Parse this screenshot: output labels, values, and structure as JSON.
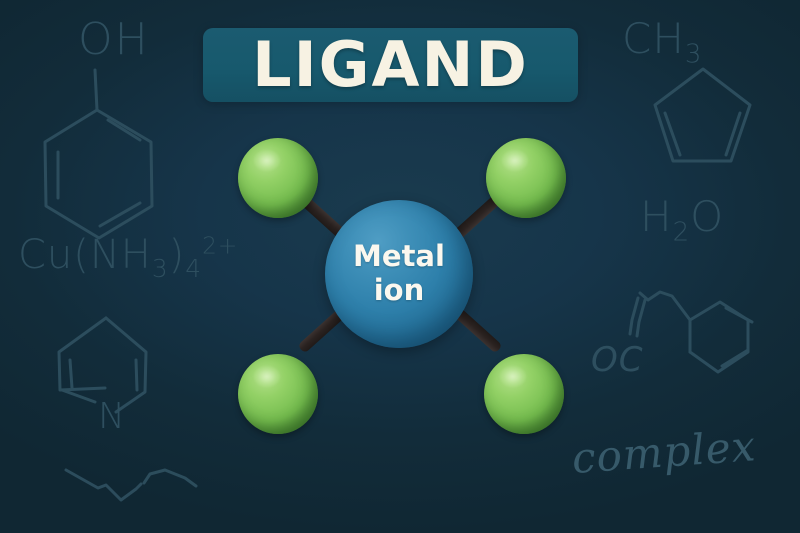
{
  "title": {
    "text": "LIGAND",
    "banner_color": "#17596d",
    "text_color": "#f7f2e3"
  },
  "diagram": {
    "center": {
      "label_line1": "Metal",
      "label_line2": "ion",
      "color": "#2e80ab",
      "text_color": "#fbf8ef"
    },
    "ligands": [
      {
        "position": "top-left",
        "color": "#74bc4e"
      },
      {
        "position": "top-right",
        "color": "#74bc4e"
      },
      {
        "position": "bottom-left",
        "color": "#74bc4e"
      },
      {
        "position": "bottom-right",
        "color": "#74bc4e"
      }
    ],
    "bond_color": "#2a2220",
    "bond_count": 4
  },
  "background": {
    "color_dark": "#102733",
    "color_light": "#1a3b4e",
    "doodle_color": "#2e4f5f",
    "formulas": {
      "hydroxyl": "OH",
      "copper_ammine": "Cu(NH",
      "copper_ammine_sub1": "3",
      "copper_ammine_mid": ")",
      "copper_ammine_sub2": "4",
      "copper_ammine_charge": "2+",
      "nitrogen": "N",
      "methyl": "CH",
      "methyl_sub": "3",
      "water": "H",
      "water_sub": "2",
      "water_end": "O",
      "carbonyl": "OC",
      "script_word": "complex"
    },
    "structures": [
      {
        "name": "phenol-ring",
        "shape": "hexagon"
      },
      {
        "name": "pyridine-ring",
        "shape": "hexagon"
      },
      {
        "name": "alkane-chain",
        "shape": "zigzag"
      },
      {
        "name": "cyclopentadiene-ring",
        "shape": "pentagon"
      },
      {
        "name": "benzene-ring-right",
        "shape": "hexagon"
      }
    ]
  }
}
